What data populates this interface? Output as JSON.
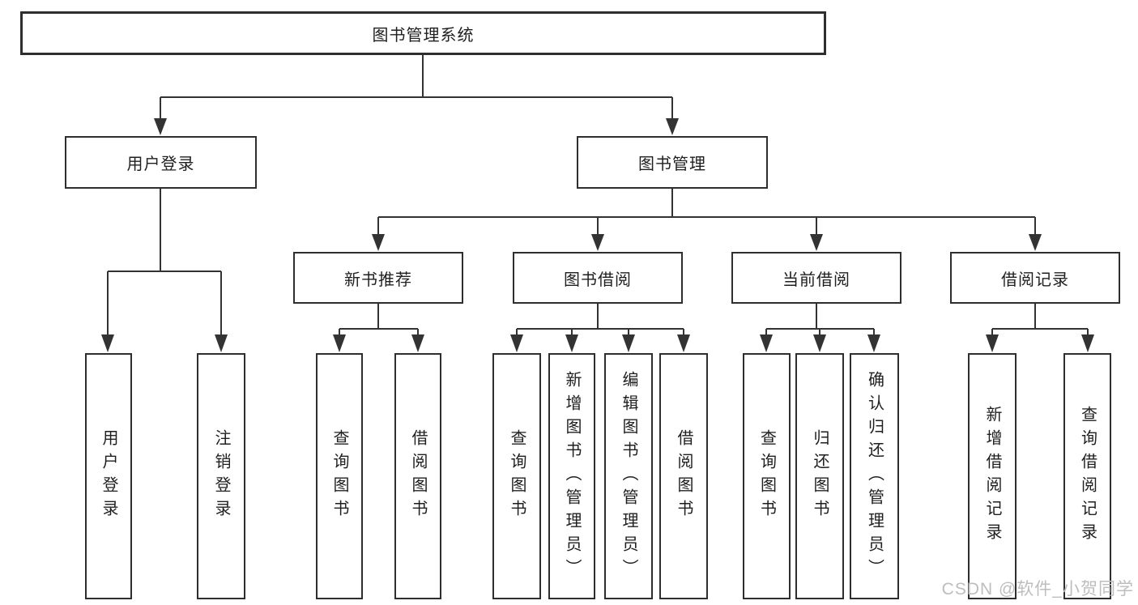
{
  "tree": {
    "root": {
      "label": "图书管理系统"
    },
    "branches": [
      {
        "label": "用户登录",
        "children": [
          {
            "label": "用户登录"
          },
          {
            "label": "注销登录"
          }
        ]
      },
      {
        "label": "图书管理",
        "children": [
          {
            "label": "新书推荐",
            "children": [
              {
                "label": "查询图书"
              },
              {
                "label": "借阅图书"
              }
            ]
          },
          {
            "label": "图书借阅",
            "children": [
              {
                "label": "查询图书"
              },
              {
                "label": "新增图书（管理员）"
              },
              {
                "label": "编辑图书（管理员）"
              },
              {
                "label": "借阅图书"
              }
            ]
          },
          {
            "label": "当前借阅",
            "children": [
              {
                "label": "查询图书"
              },
              {
                "label": "归还图书"
              },
              {
                "label": "确认归还（管理员）"
              }
            ]
          },
          {
            "label": "借阅记录",
            "children": [
              {
                "label": "新增借阅记录"
              },
              {
                "label": "查询借阅记录"
              }
            ]
          }
        ]
      }
    ]
  },
  "watermark": {
    "text": "CSDN @软件_小贺同学"
  },
  "colors": {
    "line": "#333333",
    "box_border": "#2e2e2e",
    "box_background": "#ffffff",
    "text": "#1f1f1f",
    "watermark": "#bdbdbd"
  }
}
